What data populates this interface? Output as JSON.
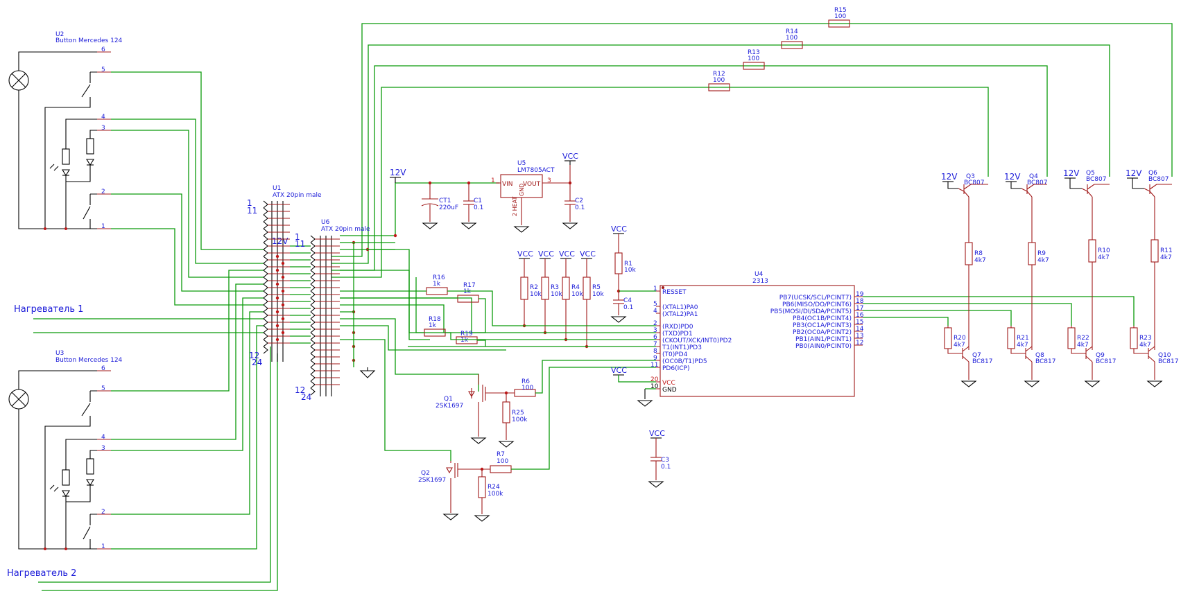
{
  "labels": {
    "heater1": "Нагреватель 1",
    "heater2": "Нагреватель 2",
    "vcc": "VCC",
    "v12": "12V"
  },
  "buttons": {
    "u2_ref": "U2",
    "u2_val": "Button Mercedes 124",
    "u3_ref": "U3",
    "u3_val": "Button Mercedes 124",
    "pins": [
      "6",
      "5",
      "4",
      "3",
      "2",
      "1"
    ]
  },
  "atx": {
    "u1_ref": "U1",
    "u1_val": "ATX 20pin male",
    "u6_ref": "U6",
    "u6_val": "ATX 20pin male",
    "pin1": "1",
    "pin11": "11",
    "pin12": "12",
    "pin24": "24",
    "pin12v": "12V"
  },
  "regulator": {
    "ref": "U5",
    "val": "LM7805ACT",
    "vin": "VIN",
    "vout": "VOUT",
    "gnd": "GND",
    "heat": "2 HEAT",
    "pin1": "1",
    "pin3": "3"
  },
  "caps": {
    "ct1": "CT1",
    "ct1_val": "220uF",
    "c1": "C1",
    "c1_val": "0.1",
    "c2": "C2",
    "c2_val": "0.1",
    "c3": "C3",
    "c3_val": "0.1",
    "c4": "C4",
    "c4_val": "0.1"
  },
  "resistors": {
    "r1": "R1",
    "r1_val": "10k",
    "r2": "R2",
    "r3": "R3",
    "r4": "R4",
    "r5": "R5",
    "r10k": "10k",
    "r6": "R6",
    "r7": "R7",
    "r100": "100",
    "r8": "R8",
    "r9": "R9",
    "r10": "R10",
    "r11": "R11",
    "r20": "R20",
    "r21": "R21",
    "r22": "R22",
    "r23": "R23",
    "r4k7": "4k7",
    "r12": "R12",
    "r13": "R13",
    "r14": "R14",
    "r15": "R15",
    "r16": "R16",
    "r17": "R17",
    "r18": "R18",
    "r19": "R19",
    "r1k": "1k",
    "r24": "R24",
    "r25": "R25",
    "r100k": "100k"
  },
  "transistors": {
    "q1": "Q1",
    "q2": "Q2",
    "mos_val": "2SK1697",
    "q3": "Q3",
    "q4": "Q4",
    "q5": "Q5",
    "q6": "Q6",
    "pnp_val": "BC807",
    "q7": "Q7",
    "q8": "Q8",
    "q9": "Q9",
    "q10": "Q10",
    "npn_val": "BC817"
  },
  "mcu": {
    "ref": "U4",
    "val": "2313",
    "left_pins": [
      "RESSET",
      "(XTAL1)PA0",
      "(XTAL2)PA1",
      "(RXD)PD0",
      "(TXD)PD1",
      "(CKOUT/XCK/INT0)PD2",
      "T1(INT1)PD3",
      "(T0)PD4",
      "(OC0B/T1)PD5",
      "PD6(ICP)",
      "VCC",
      "GND"
    ],
    "left_nums": [
      "1",
      "5",
      "4",
      "2",
      "3",
      "6",
      "7",
      "8",
      "9",
      "11",
      "20",
      "10"
    ],
    "right_pins": [
      "PB7(UCSK/SCL/PCINT7)",
      "PB6(MISO/DO/PCINT6)",
      "PB5(MOSI/DI/SDA/PCINT5)",
      "PB4(OC1B/PCINT4)",
      "PB3(OC1A/PCINT3)",
      "PB2(OC0A/PCINT2)",
      "PB1(AIN1/PCINT1)",
      "PB0(AIN0/PCINT0)"
    ],
    "right_nums": [
      "19",
      "18",
      "17",
      "16",
      "15",
      "14",
      "13",
      "12"
    ]
  },
  "colors": {
    "wire": "#0a9a0a",
    "component": "#a01818",
    "text": "#1a1ad8",
    "background": "#ffffff"
  }
}
